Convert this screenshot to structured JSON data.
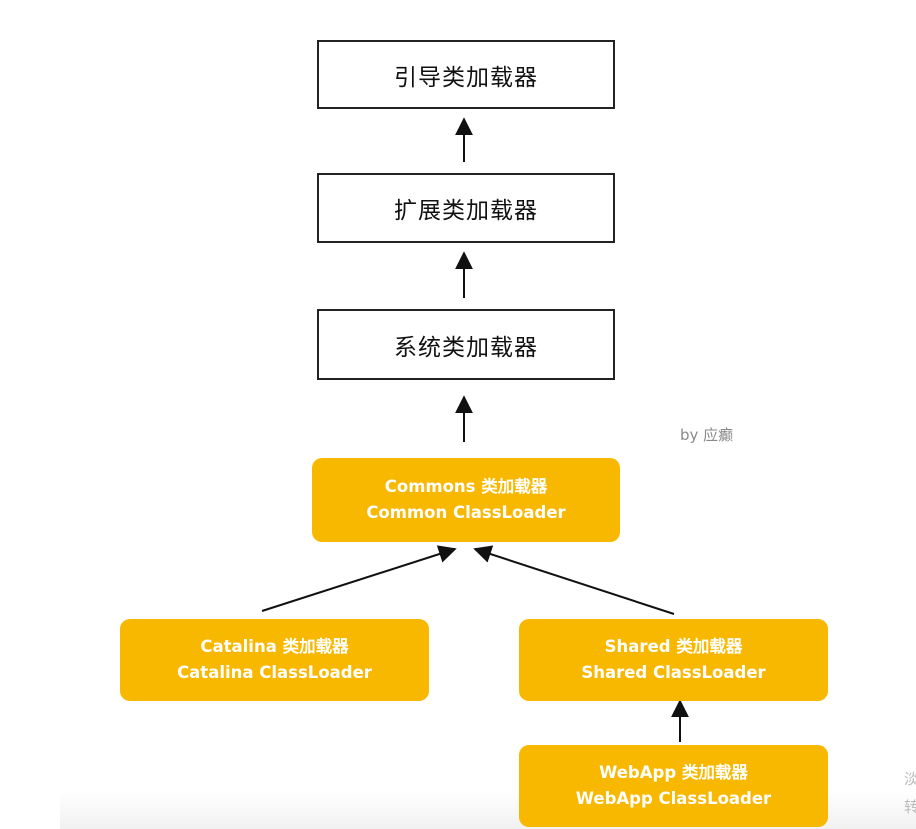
{
  "boxes": {
    "bootstrap": "引导类加载器",
    "extension": "扩展类加载器",
    "system": "系统类加载器",
    "common": {
      "line1": "Commons 类加载器",
      "line2": "Common ClassLoader"
    },
    "catalina": {
      "line1": "Catalina 类加载器",
      "line2": "Catalina ClassLoader"
    },
    "shared": {
      "line1": "Shared 类加载器",
      "line2": "Shared ClassLoader"
    },
    "webapp": {
      "line1": "WebApp 类加载器",
      "line2": "WebApp ClassLoader"
    }
  },
  "credit": "by 应癫",
  "edge_glyphs": [
    "淡",
    "转"
  ],
  "colors": {
    "accent": "#f8b800",
    "border": "#222222",
    "arrow": "#111111"
  },
  "edges": [
    {
      "from": "extension",
      "to": "bootstrap"
    },
    {
      "from": "system",
      "to": "extension"
    },
    {
      "from": "common",
      "to": "system"
    },
    {
      "from": "catalina",
      "to": "common"
    },
    {
      "from": "shared",
      "to": "common"
    },
    {
      "from": "webapp",
      "to": "shared"
    }
  ]
}
